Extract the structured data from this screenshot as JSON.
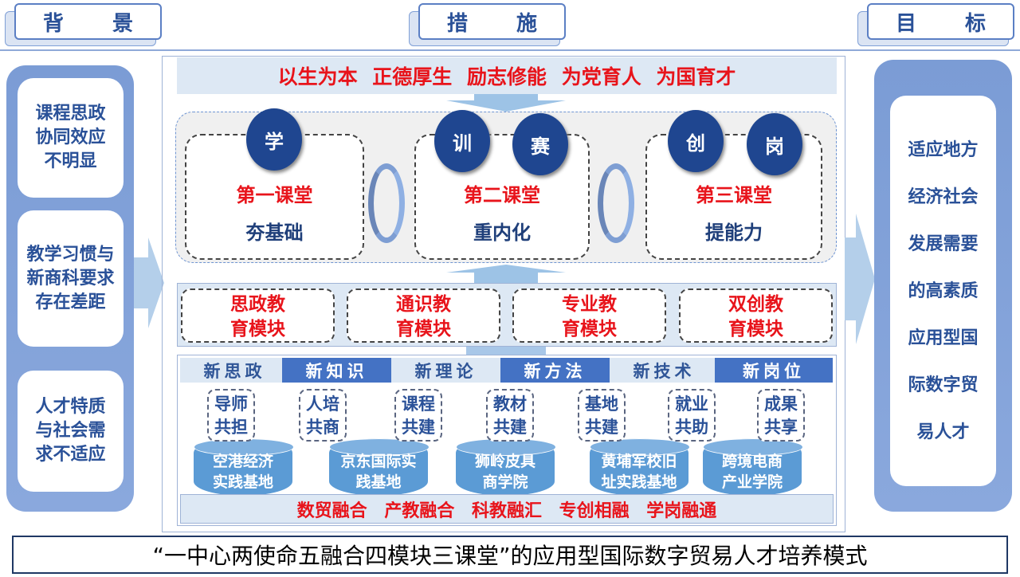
{
  "headers": {
    "background": "背 景",
    "measures": "措 施",
    "goals": "目 标"
  },
  "background_items": [
    "课程思政协同效应不明显",
    "教学习惯与新商科要求存在差距",
    "人才特质与社会需求不适应"
  ],
  "goal_text": [
    "适应地方",
    "经济社会",
    "发展需要",
    "的高素质",
    "应用型国",
    "际数字贸",
    "易人才"
  ],
  "banner": "以生为本 正德厚生 励志修能 为党育人 为国育才",
  "classrooms": [
    {
      "title": "第一课堂",
      "subtitle": "夯基础",
      "badges": [
        "学"
      ]
    },
    {
      "title": "第二课堂",
      "subtitle": "重内化",
      "badges": [
        "训",
        "赛"
      ]
    },
    {
      "title": "第三课堂",
      "subtitle": "提能力",
      "badges": [
        "创",
        "岗"
      ]
    }
  ],
  "modules": [
    [
      "思政教",
      "育模块"
    ],
    [
      "通识教",
      "育模块"
    ],
    [
      "专业教",
      "育模块"
    ],
    [
      "双创教",
      "育模块"
    ]
  ],
  "new_tabs": [
    "新思政",
    "新知识",
    "新理论",
    "新方法",
    "新技术",
    "新岗位"
  ],
  "co_items": [
    [
      "导师",
      "共担"
    ],
    [
      "人培",
      "共商"
    ],
    [
      "课程",
      "共建"
    ],
    [
      "教材",
      "共建"
    ],
    [
      "基地",
      "共建"
    ],
    [
      "就业",
      "共助"
    ],
    [
      "成果",
      "共享"
    ]
  ],
  "bases": [
    [
      "空港经济",
      "实践基地"
    ],
    [
      "京东国际实",
      "践基地"
    ],
    [
      "狮岭皮具",
      "商学院"
    ],
    [
      "黄埔军校旧",
      "址实践基地"
    ],
    [
      "跨境电商",
      "产业学院"
    ]
  ],
  "integration": "数贸融合 产教融合 科教融汇 专创相融 学岗融通",
  "title": "“一中心两使命五融合四模块三课堂”的应用型国际数字贸易人才培养模式"
}
